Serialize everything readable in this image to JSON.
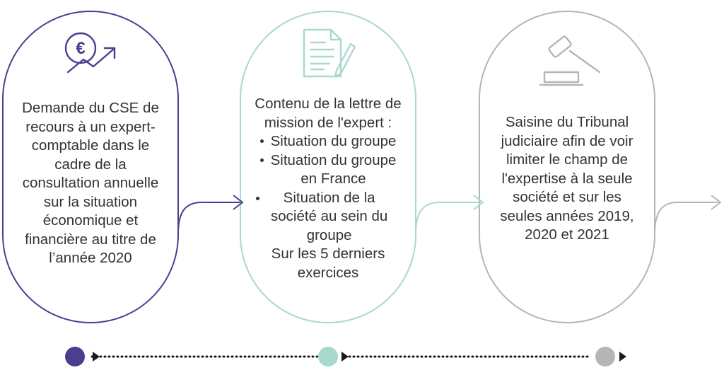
{
  "colors": {
    "stage1": "#4a3f8f",
    "stage2": "#a9d8cf",
    "stage3": "#b5b5b5",
    "text": "#333333",
    "timeline": "#1a1a1a"
  },
  "icons": [
    "euro-growth-icon",
    "document-pen-icon",
    "gavel-icon"
  ],
  "stages": [
    {
      "lines": [
        "Demande du CSE de",
        "recours à un expert-",
        "comptable dans le",
        "cadre de la",
        "consultation annuelle",
        "sur la situation",
        "économique et",
        "financière au titre de",
        "l’année 2020"
      ]
    },
    {
      "intro": [
        "Contenu de la lettre de",
        "mission de l'expert :"
      ],
      "bullets": [
        [
          "Situation du groupe"
        ],
        [
          "Situation du groupe",
          "en France"
        ],
        [
          "Situation de la",
          "société au sein du",
          "groupe"
        ]
      ],
      "outro": [
        "Sur les 5 derniers",
        "exercices"
      ]
    },
    {
      "lines": [
        "Saisine du Tribunal",
        "judiciaire afin de voir",
        "limiter le champ de",
        "l'expertise à la seule",
        "société et sur les",
        "seules années 2019,",
        "2020 et 2021"
      ]
    }
  ]
}
